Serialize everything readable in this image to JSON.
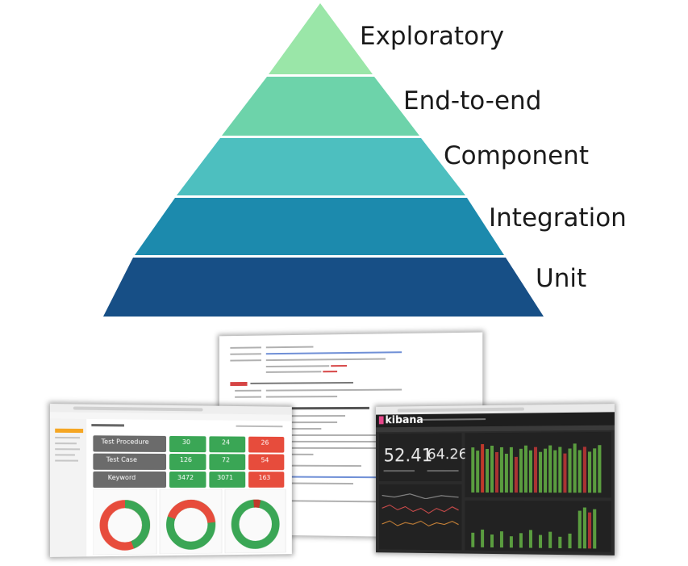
{
  "pyramid": {
    "tiers": [
      {
        "label": "Exploratory",
        "color": "#9ae6a8"
      },
      {
        "label": "End-to-end",
        "color": "#6dd3aa"
      },
      {
        "label": "Component",
        "color": "#4dbfbf"
      },
      {
        "label": "Integration",
        "color": "#1c8aad"
      },
      {
        "label": "Unit",
        "color": "#174f86"
      }
    ]
  },
  "screenshots": {
    "dashboard": {
      "rows": [
        {
          "label": "Test Procedure",
          "values": [
            "30",
            "24",
            "26"
          ]
        },
        {
          "label": "Test Case",
          "values": [
            "126",
            "72",
            "54"
          ]
        },
        {
          "label": "Keyword",
          "values": [
            "3472",
            "3071",
            "163"
          ]
        }
      ],
      "colors": {
        "pass": "#3aa655",
        "fail": "#e74c3c",
        "label": "#6b6b6b"
      }
    },
    "kibana": {
      "logo": "kibana",
      "metric_1": "52.41",
      "metric_2": "64.264"
    }
  }
}
